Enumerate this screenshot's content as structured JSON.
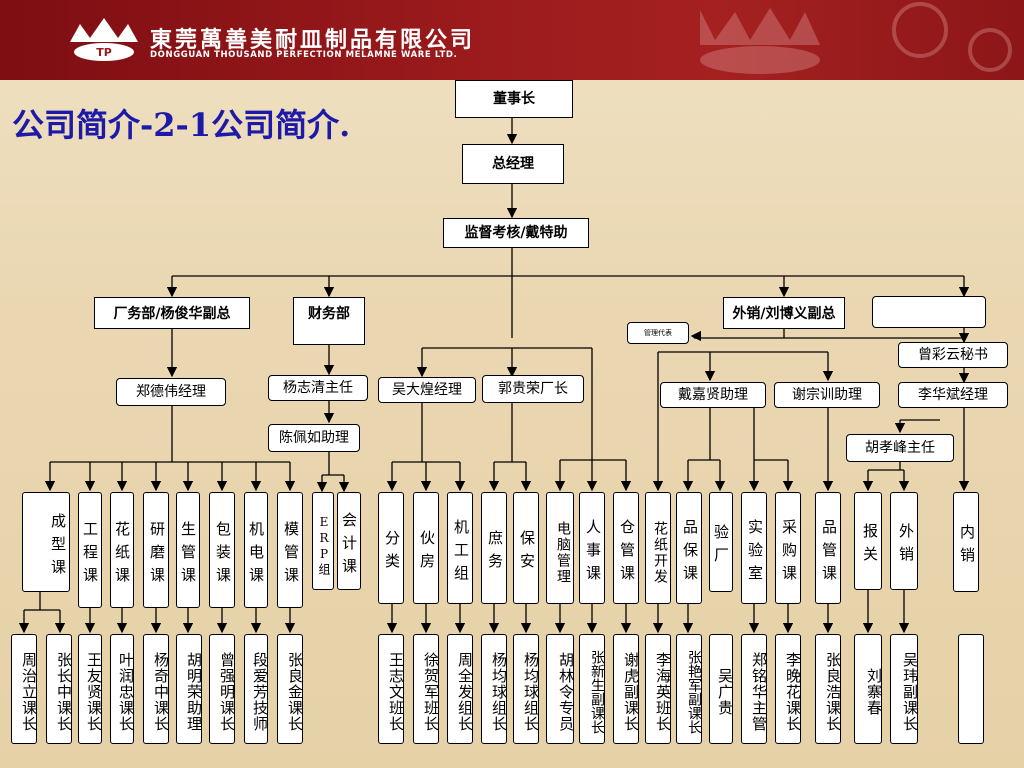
{
  "header": {
    "company_cn": "東莞萬善美耐皿制品有限公司",
    "company_en": "DONGGUAN THOUSAND PERFECTION MELAMNE WARE LTD.",
    "logo_text": "TP"
  },
  "title": "公司简介-2-1公司简介.",
  "org": {
    "chairman": "董事长",
    "gm": "总经理",
    "supervision": "监督考核/戴特助",
    "dept_factory": "厂务部/杨俊华副总",
    "dept_finance": "财务部",
    "dept_sales": "外销/刘博义副总",
    "dept_blank": "",
    "tag_management": "管理代表",
    "zheng": "郑德伟经理",
    "yang_zhiqing": "杨志清主任",
    "chen_peiru": "陈佩如助理",
    "wu_dahuang": "吴大煌经理",
    "guo_guirong": "郭贵荣厂长",
    "dai_jiaxian": "戴嘉贤助理",
    "xie_zongxun": "谢宗训助理",
    "zeng_caiyun": "曾彩云秘书",
    "li_huabin": "李华斌经理",
    "hu_xiaofeng": "胡孝峰主任",
    "depts": [
      "成型课",
      "工程课",
      "花纸课",
      "研磨课",
      "生管课",
      "包装课",
      "机电课",
      "模管课",
      "ERP组",
      "会计课",
      "分类",
      "伙房",
      "机工组",
      "庶务",
      "保安",
      "电脑管理",
      "人事课",
      "仓管课",
      "花纸开发",
      "品保课",
      "验厂",
      "实验室",
      "采购课",
      "品管课",
      "报关",
      "外销",
      "内销"
    ],
    "people": [
      "周治立课长",
      "张长中课长",
      "王友贤课长",
      "叶润忠课长",
      "杨奇中课长",
      "胡明荣助理",
      "曾强明课长",
      "段爱芳技师",
      "张良金课长",
      "王志文班长",
      "徐贺军班长",
      "周全发组长",
      "杨均球组长",
      "杨均球组长",
      "胡林令专员",
      "张新生副课长",
      "谢虎副课长",
      "李海英班长",
      "张艳军副课长",
      "吴广贵",
      "郑铭华主管",
      "李晚花课长",
      "张良浩课长",
      "刘寨春",
      "吴玮副课长",
      ""
    ]
  }
}
